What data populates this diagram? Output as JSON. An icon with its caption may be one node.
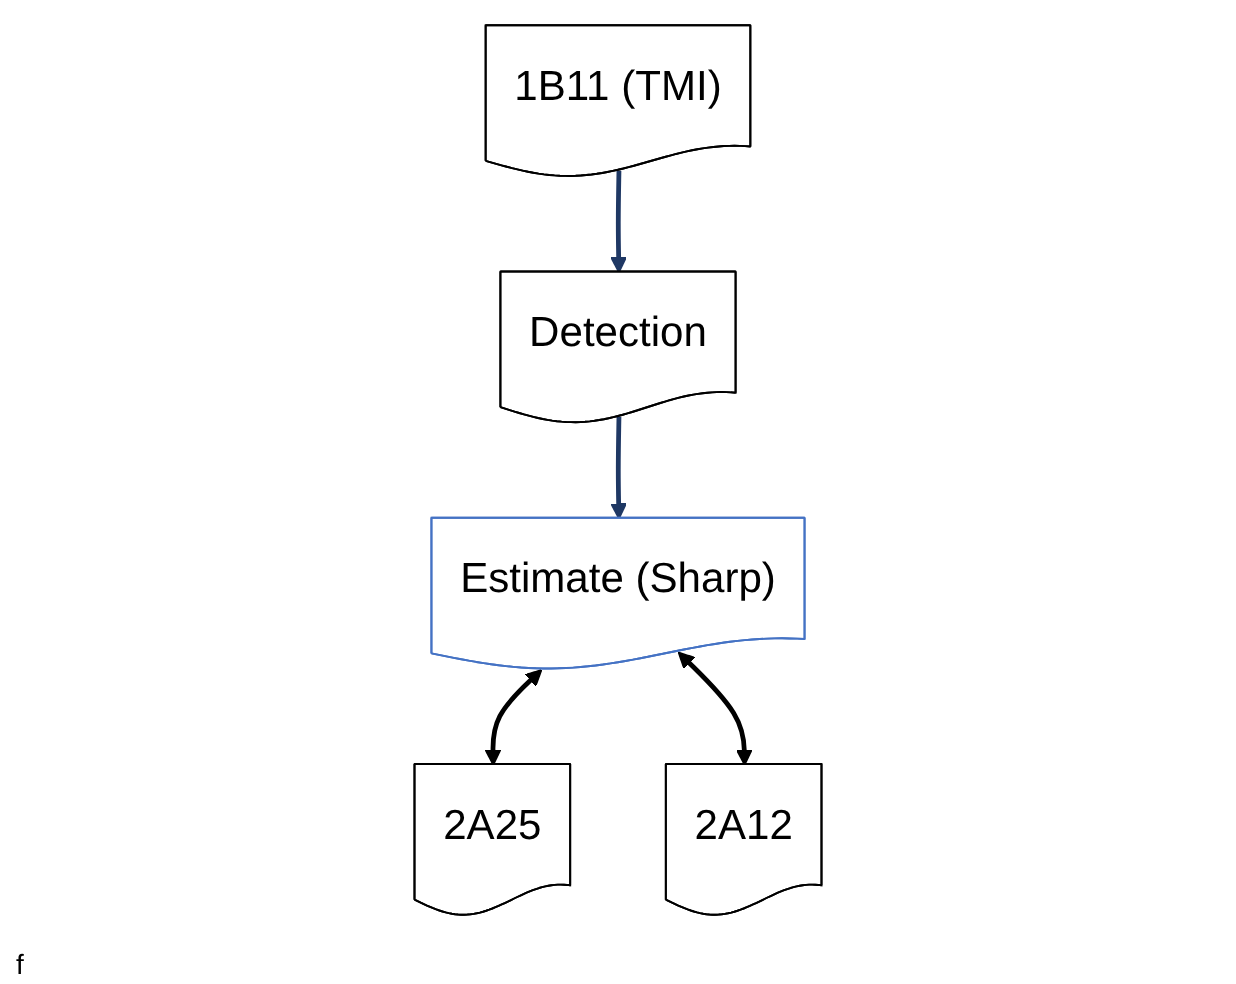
{
  "diagram": {
    "nodes": [
      {
        "text": [
          "1B11 (TMI)"
        ]
      },
      {
        "text": [
          "Detection"
        ]
      },
      {
        "text": [
          "Estimate (Sharp)"
        ]
      },
      {
        "text": [
          "2A25"
        ]
      },
      {
        "text": [
          "2A12"
        ]
      }
    ],
    "edges": [
      {
        "from": 0,
        "to": 1,
        "arrow": "to",
        "color": "#1f3864"
      },
      {
        "from": 1,
        "to": 2,
        "arrow": "to",
        "color": "#1f3864"
      },
      {
        "from": 2,
        "to": 3,
        "arrow": "both",
        "color": "#000000"
      },
      {
        "from": 2,
        "to": 4,
        "arrow": "both",
        "color": "#000000"
      }
    ],
    "labels": [
      "f"
    ]
  }
}
